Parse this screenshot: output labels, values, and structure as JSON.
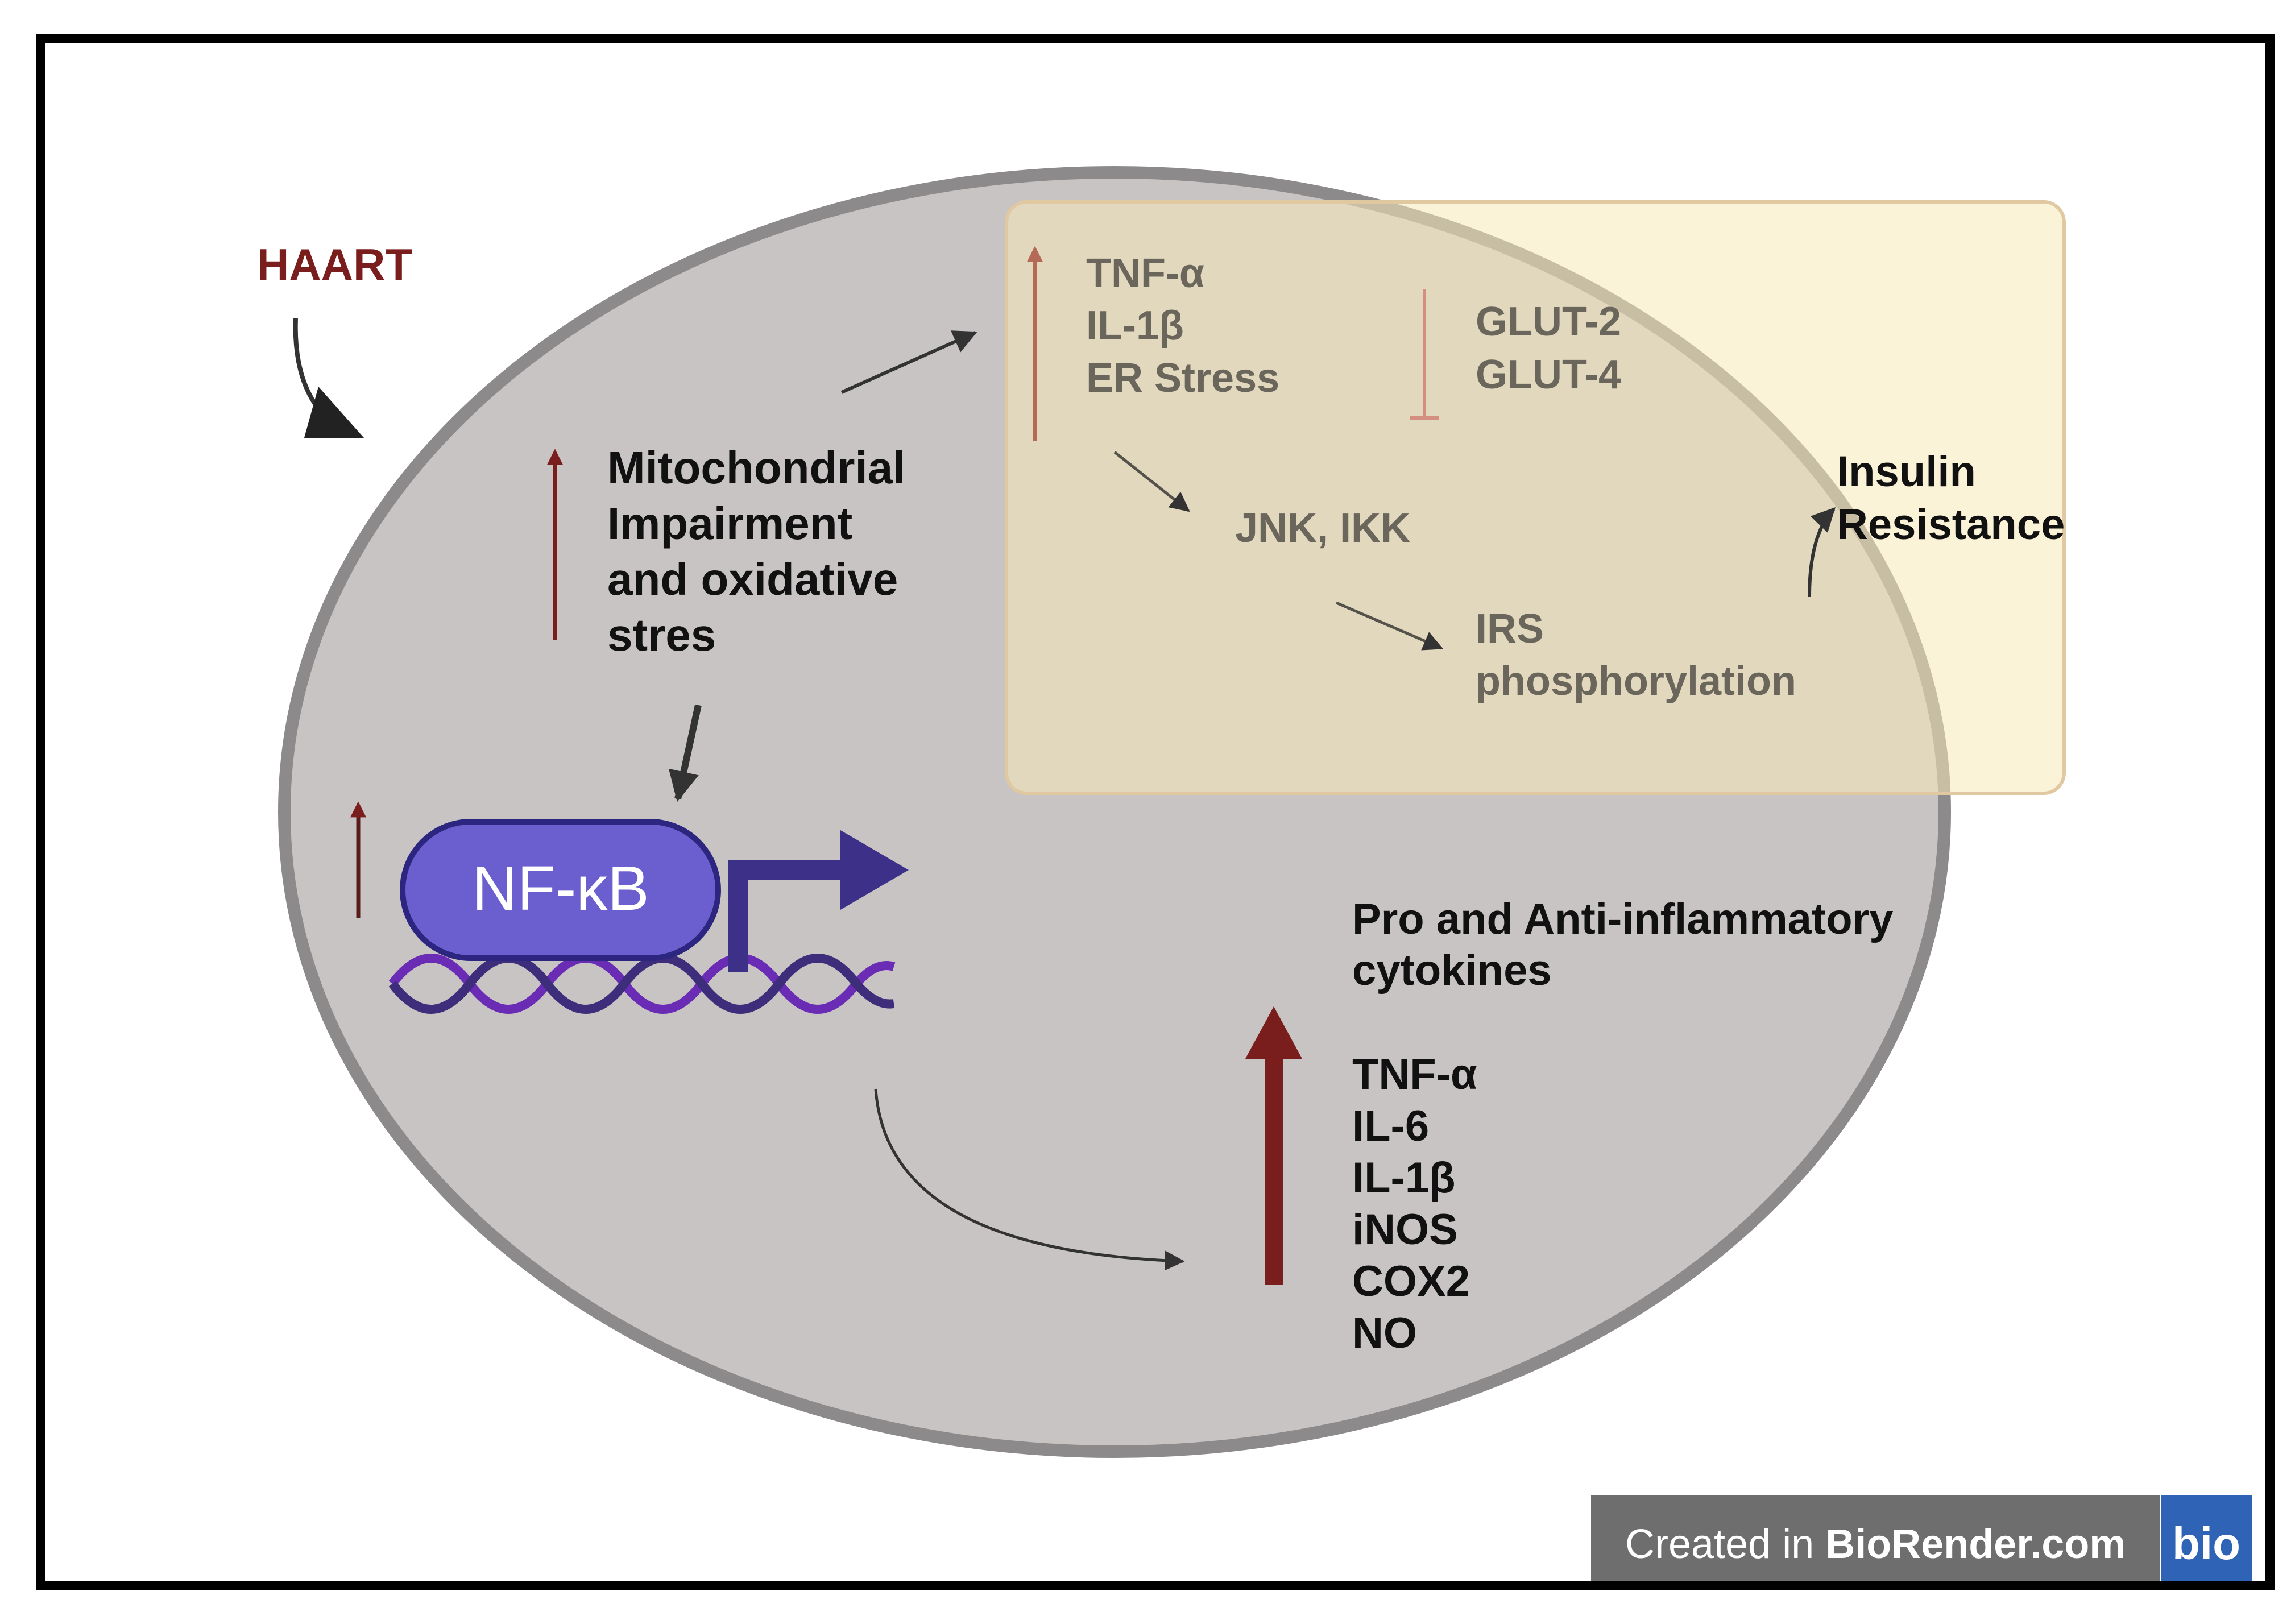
{
  "stimulus": {
    "label": "HAART"
  },
  "mitochondria": {
    "lines": [
      "Mitochondrial",
      "Impairment",
      "and oxidative",
      "stres"
    ]
  },
  "nfkb": {
    "label": "NF-κB"
  },
  "stress_markers": {
    "lines": [
      "TNF-α",
      "IL-1β",
      "ER Stress"
    ]
  },
  "glut": {
    "lines": [
      "GLUT-2",
      "GLUT-4"
    ]
  },
  "kinases": {
    "label": "JNK, IKK"
  },
  "irs": {
    "lines": [
      "IRS",
      "phosphorylation"
    ]
  },
  "insulin": {
    "lines": [
      "Insulin",
      "Resistance"
    ]
  },
  "cytokines": {
    "heading": [
      "Pro and Anti-inflammatory",
      "cytokines"
    ],
    "items": [
      "TNF-α",
      "IL-6",
      "IL-1β",
      "iNOS",
      "COX2",
      "NO"
    ]
  },
  "watermark": {
    "prefix": "Created in ",
    "brand": "BioRender.com",
    "logo": "bio"
  },
  "colors": {
    "cell_fill": "#c8c4c4",
    "cell_border": "#8c8a8a",
    "overlay_fill": "#f7e9b8",
    "nfkb_fill": "#6b5fd0",
    "promoter_arrow": "#3c3088",
    "dna_strand_1": "#6a2bb5",
    "dna_strand_2": "#3d2d7a",
    "up_arrow": "#7a1d1d",
    "watermark_bg": "#6e6e6e",
    "logo_bg": "#2f63b5"
  }
}
